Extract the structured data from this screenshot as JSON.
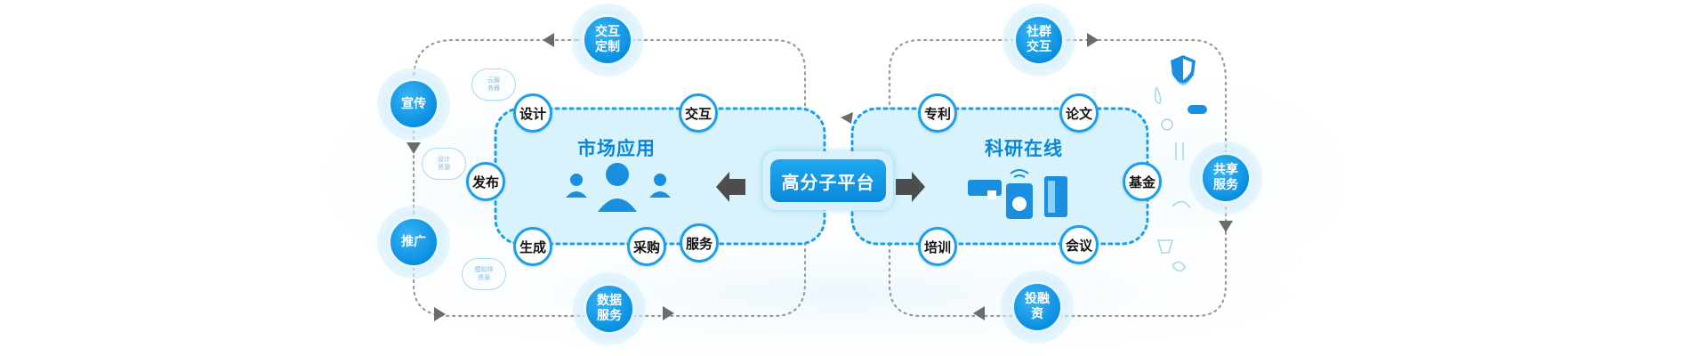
{
  "center": {
    "label": "高分子平台"
  },
  "left_region": {
    "title": "市场应用",
    "nodes": [
      "设计",
      "交互",
      "发布",
      "生成",
      "采购",
      "服务"
    ]
  },
  "right_region": {
    "title": "科研在线",
    "nodes": [
      "专利",
      "论文",
      "基金",
      "培训",
      "会议"
    ]
  },
  "outer_nodes": {
    "left_top": "交互\n定制",
    "left_upper": "宣传",
    "left_lower": "推广",
    "left_bottom": "数据\n服务",
    "right_top": "社群\n交互",
    "right_side": "共享\n服务",
    "right_bottom": "投融\n资"
  },
  "cloud_notes": [
    "云服\n务器",
    "设计\n资源",
    "模拟样\n资源"
  ],
  "colors": {
    "accent": "#1aa0ea",
    "region_fill": "#d8f3fb",
    "title": "#0a86d6",
    "arrow": "#6b6b6b"
  }
}
